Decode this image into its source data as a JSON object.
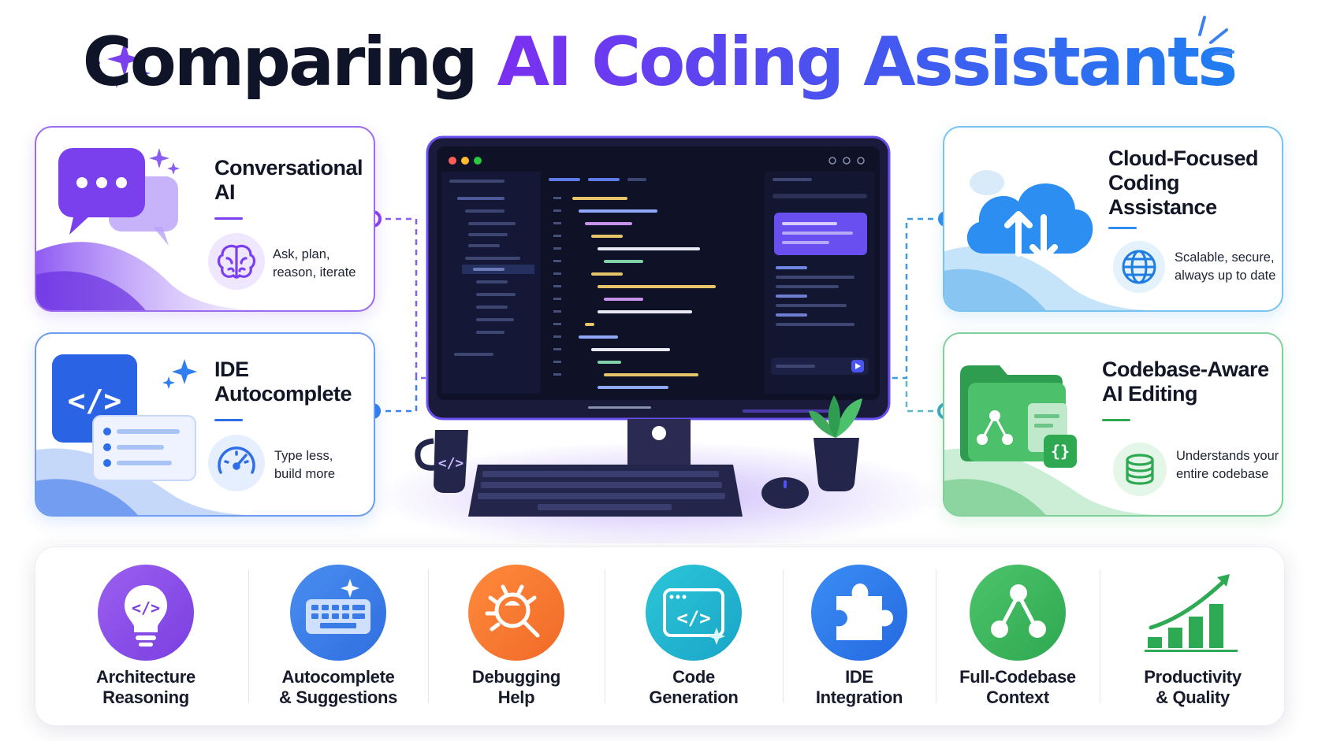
{
  "title": {
    "plain": "Comparing ",
    "accent": "AI Coding Assistants"
  },
  "cards": {
    "conversational": {
      "title_line1": "Conversational",
      "title_line2": "AI",
      "desc_line1": "Ask, plan,",
      "desc_line2": "reason, iterate",
      "icon": "brain-icon"
    },
    "ide": {
      "title_line1": "IDE",
      "title_line2": "Autocomplete",
      "desc_line1": "Type less,",
      "desc_line2": "build more",
      "icon": "speedometer-icon"
    },
    "cloud": {
      "title_line1": "Cloud-Focused",
      "title_line2": "Coding",
      "title_line3": "Assistance",
      "desc_line1": "Scalable, secure,",
      "desc_line2": "always up to date",
      "icon": "globe-icon"
    },
    "codebase": {
      "title_line1": "Codebase-Aware",
      "title_line2": "AI Editing",
      "desc_line1": "Understands your",
      "desc_line2": "entire codebase",
      "icon": "database-icon"
    }
  },
  "features": [
    {
      "line1": "Architecture",
      "line2": "Reasoning",
      "icon": "lightbulb-code-icon",
      "color": "#8b4fe8"
    },
    {
      "line1": "Autocomplete",
      "line2": "& Suggestions",
      "icon": "keyboard-icon",
      "color": "#3a7be8"
    },
    {
      "line1": "Debugging",
      "line2": "Help",
      "icon": "bug-magnifier-icon",
      "color": "#f47b32"
    },
    {
      "line1": "Code",
      "line2": "Generation",
      "icon": "code-window-icon",
      "color": "#1fb7d2"
    },
    {
      "line1": "IDE",
      "line2": "Integration",
      "icon": "puzzle-icon",
      "color": "#2f7ef0"
    },
    {
      "line1": "Full-Codebase",
      "line2": "Context",
      "icon": "network-icon",
      "color": "#3fb35f"
    },
    {
      "line1": "Productivity",
      "line2": "& Quality",
      "icon": "growth-chart-icon",
      "color": "#2eaa55"
    }
  ],
  "colors": {
    "purple": "#7b2ff0",
    "blue": "#2f7ef0",
    "green": "#3fb35f",
    "orange": "#f47b32",
    "dark": "#101428"
  }
}
